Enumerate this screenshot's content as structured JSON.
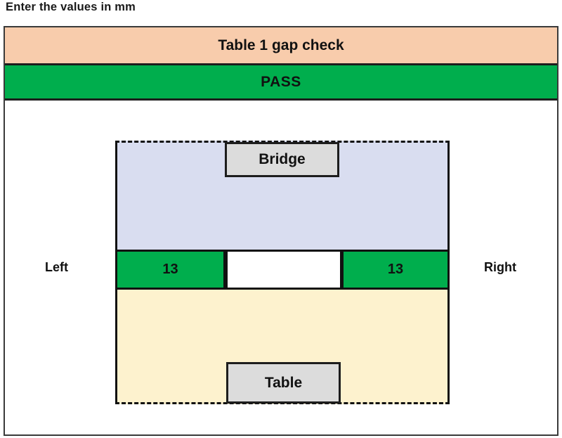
{
  "instruction": "Enter the values in mm",
  "panel": {
    "title": "Table 1 gap check",
    "status": "PASS",
    "colors": {
      "title_bar": "#F8CCAC",
      "status_pass": "#00AE4D",
      "bridge_fill": "#D9DDF0",
      "table_fill": "#FDF2CE",
      "label_chip": "#DCDCDC",
      "outline": "#111111",
      "gap_center": "#FFFFFF"
    }
  },
  "diagram": {
    "bridge_label": "Bridge",
    "table_label": "Table",
    "left_label": "Left",
    "right_label": "Right",
    "gaps": [
      {
        "side": "left",
        "value": "13",
        "unit": "mm"
      },
      {
        "side": "right",
        "value": "13",
        "unit": "mm"
      }
    ]
  }
}
